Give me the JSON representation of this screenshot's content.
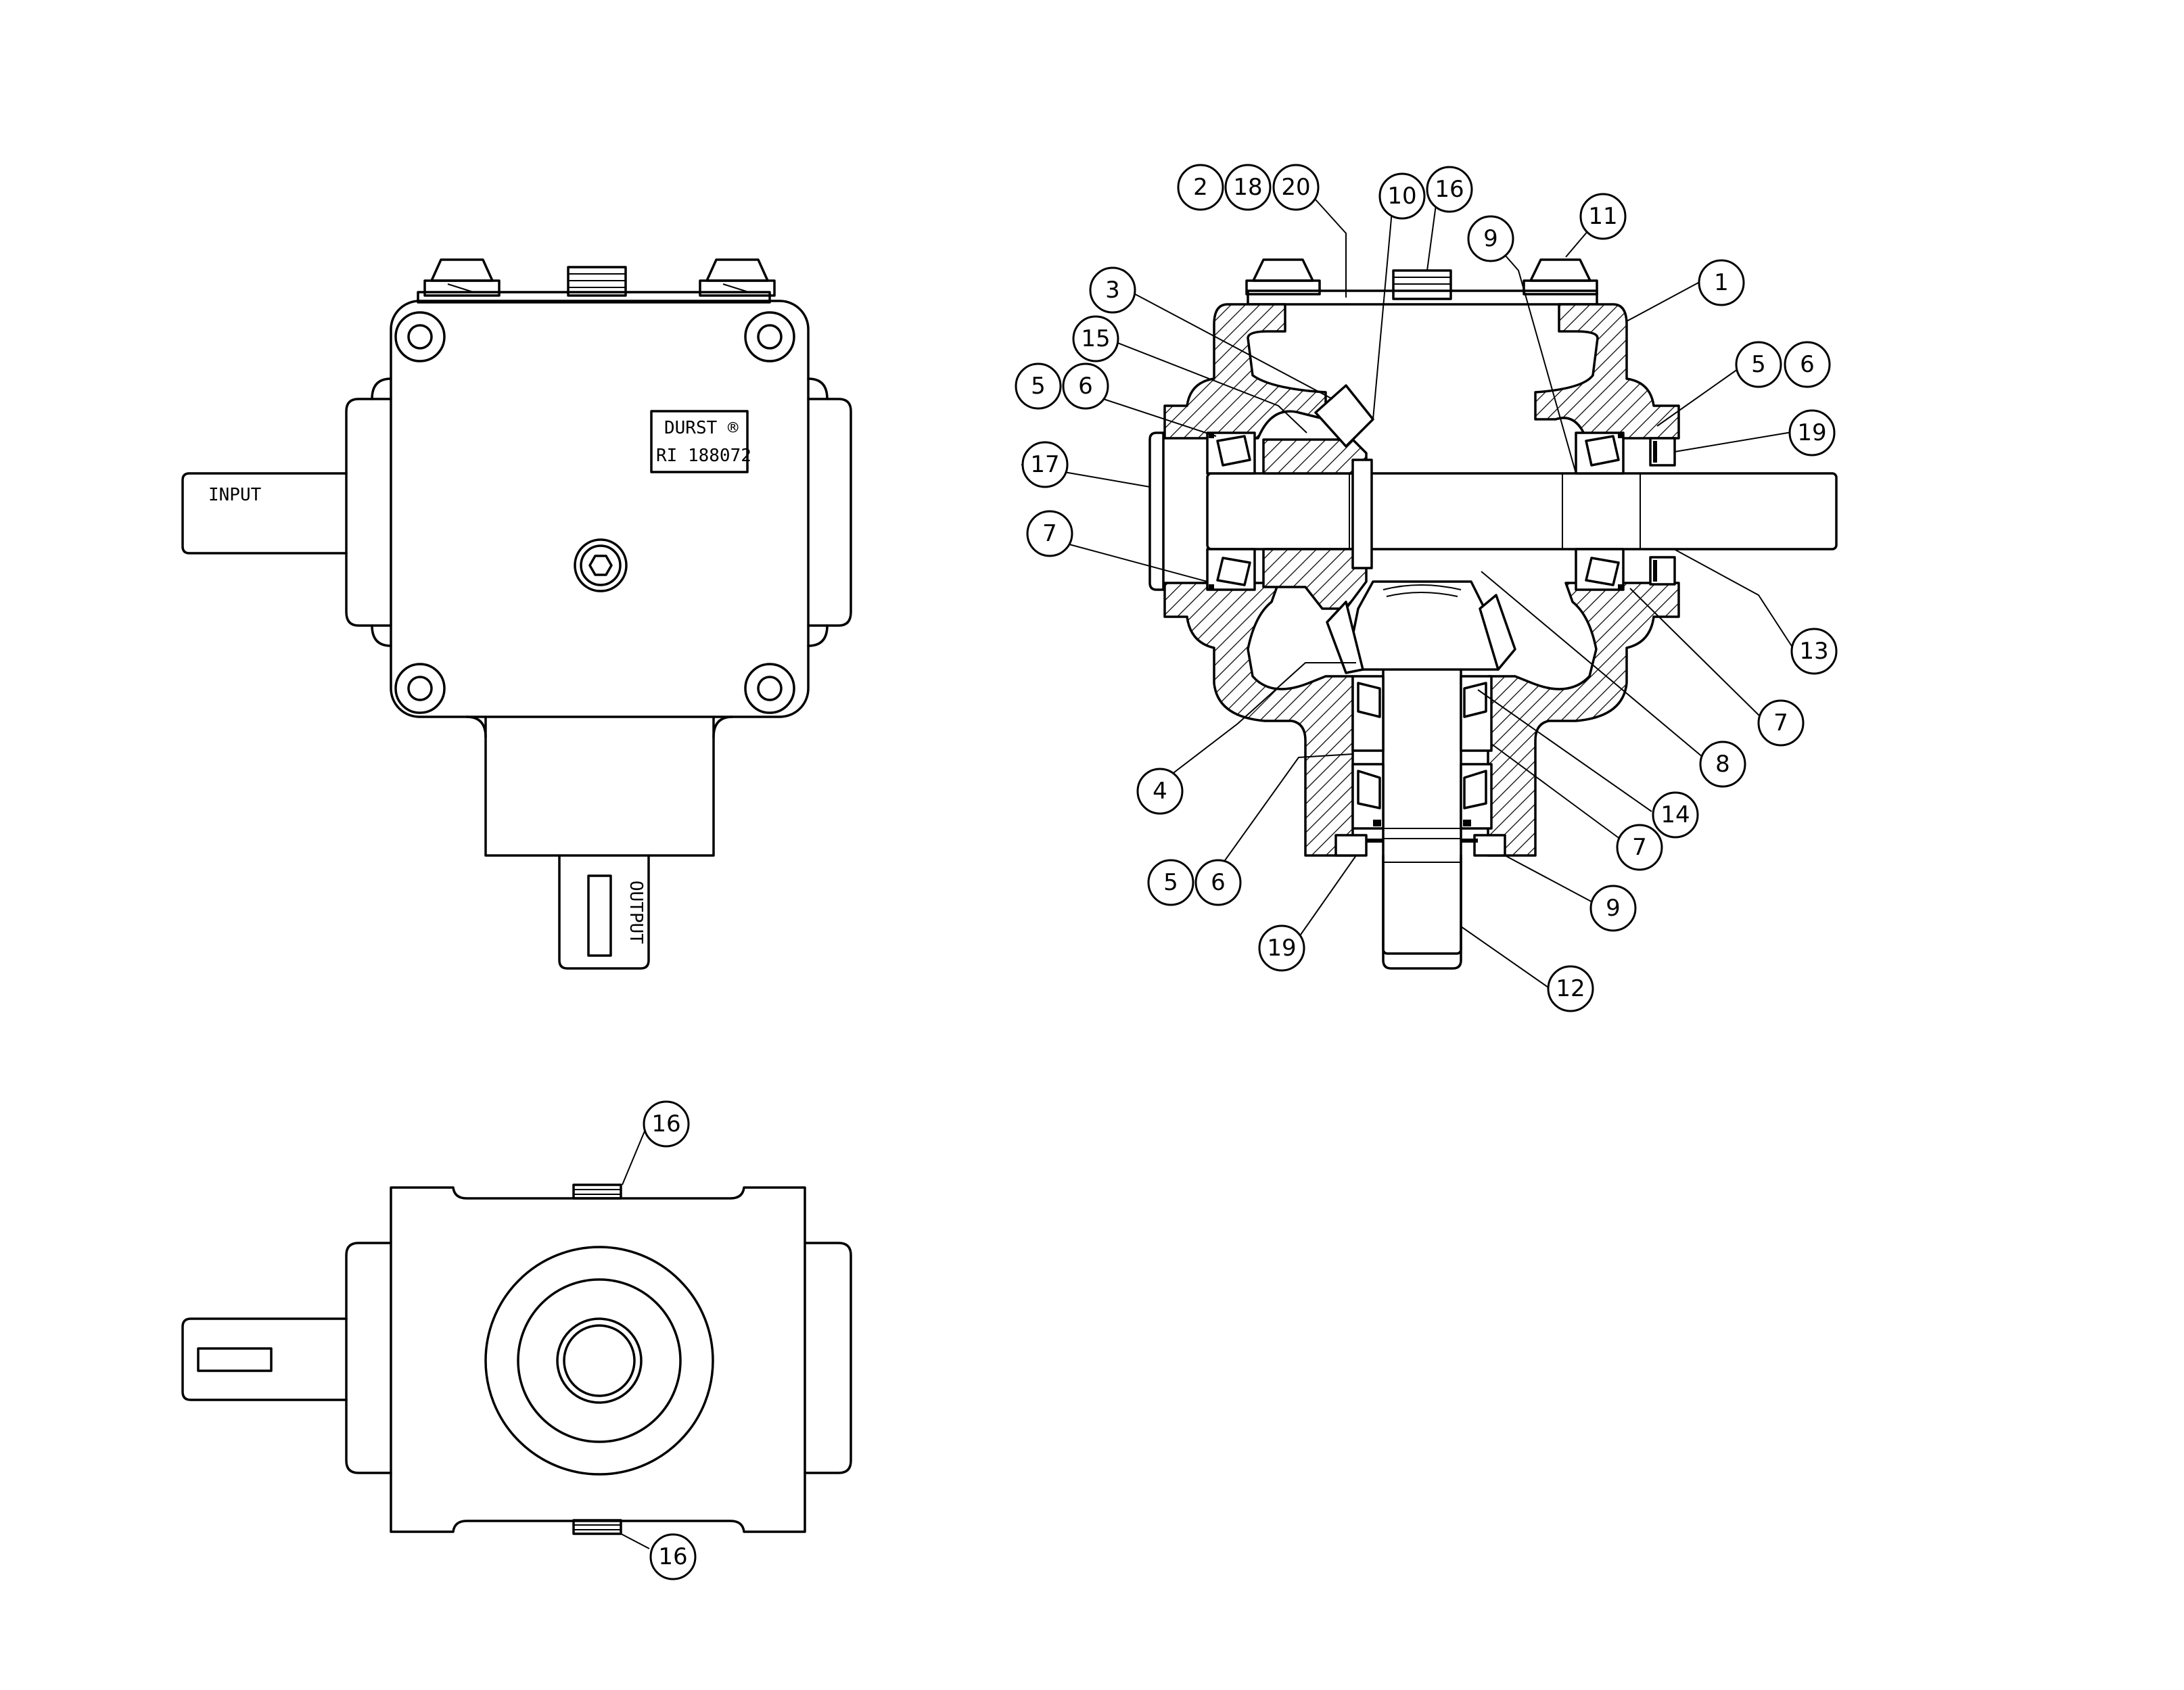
{
  "nameplate": {
    "line1": "DURST ®",
    "line2": "RI 188072"
  },
  "shaft_labels": {
    "input": "INPUT",
    "output": "OUTPUT"
  },
  "callouts": [
    {
      "id": "c-2",
      "text": "2"
    },
    {
      "id": "c-18",
      "text": "18"
    },
    {
      "id": "c-20",
      "text": "20"
    },
    {
      "id": "c-10",
      "text": "10"
    },
    {
      "id": "c-16a",
      "text": "16"
    },
    {
      "id": "c-9a",
      "text": "9"
    },
    {
      "id": "c-11",
      "text": "11"
    },
    {
      "id": "c-1",
      "text": "1"
    },
    {
      "id": "c-3",
      "text": "3"
    },
    {
      "id": "c-15",
      "text": "15"
    },
    {
      "id": "c-5a",
      "text": "5"
    },
    {
      "id": "c-6a",
      "text": "6"
    },
    {
      "id": "c-5b",
      "text": "5"
    },
    {
      "id": "c-6b",
      "text": "6"
    },
    {
      "id": "c-19a",
      "text": "19"
    },
    {
      "id": "c-17",
      "text": "17"
    },
    {
      "id": "c-7a",
      "text": "7"
    },
    {
      "id": "c-13",
      "text": "13"
    },
    {
      "id": "c-7b",
      "text": "7"
    },
    {
      "id": "c-8",
      "text": "8"
    },
    {
      "id": "c-4",
      "text": "4"
    },
    {
      "id": "c-14",
      "text": "14"
    },
    {
      "id": "c-7c",
      "text": "7"
    },
    {
      "id": "c-5c",
      "text": "5"
    },
    {
      "id": "c-6c",
      "text": "6"
    },
    {
      "id": "c-9b",
      "text": "9"
    },
    {
      "id": "c-19b",
      "text": "19"
    },
    {
      "id": "c-12",
      "text": "12"
    },
    {
      "id": "c-16b",
      "text": "16"
    },
    {
      "id": "c-16c",
      "text": "16"
    }
  ]
}
